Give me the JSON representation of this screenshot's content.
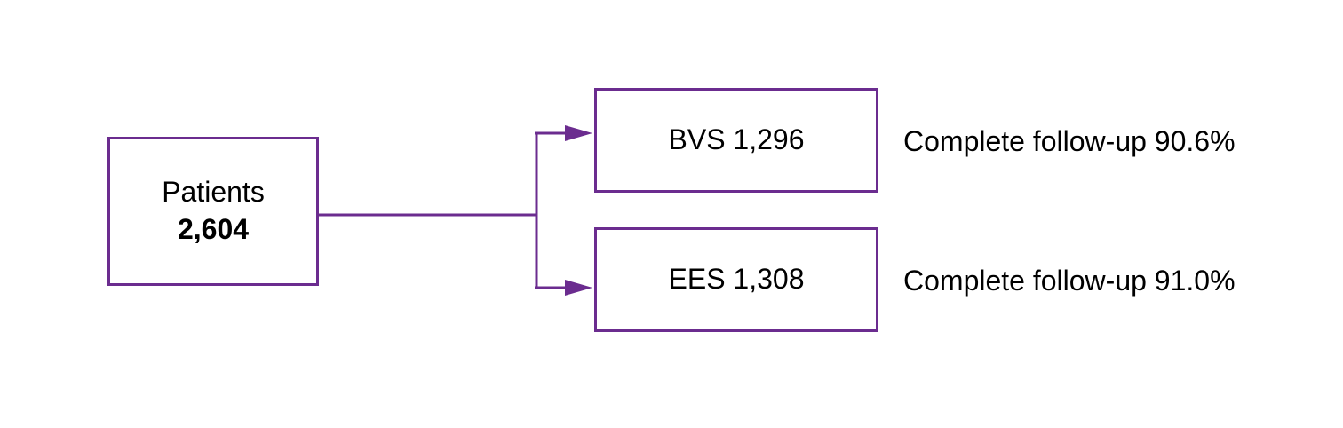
{
  "colors": {
    "stroke": "#6b2c8f",
    "text": "#000000",
    "background": "#ffffff"
  },
  "patients": {
    "label": "Patients",
    "count": "2,604"
  },
  "groups": [
    {
      "name": "BVS",
      "count": "1,296",
      "followup_label": "Complete follow-up",
      "followup_value": "90.6%"
    },
    {
      "name": "EES",
      "count": "1,308",
      "followup_label": "Complete follow-up",
      "followup_value": "91.0%"
    }
  ]
}
